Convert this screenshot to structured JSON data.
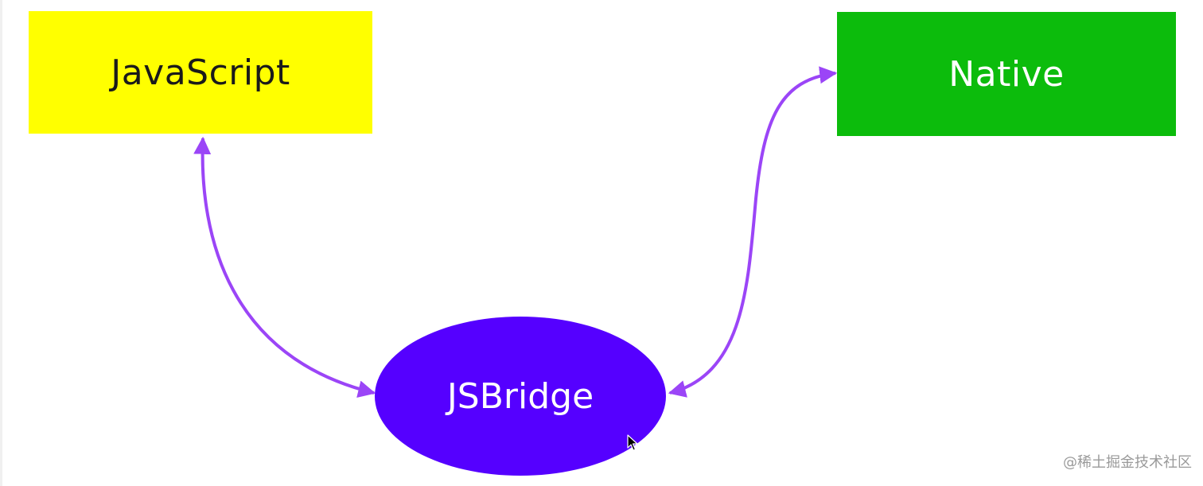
{
  "nodes": {
    "javascript": {
      "label": "JavaScript",
      "fill": "#ffff00",
      "text_color": "#1a1a1a"
    },
    "native": {
      "label": "Native",
      "fill": "#0cbc0c",
      "text_color": "#ffffff"
    },
    "jsbridge": {
      "label": "JSBridge",
      "fill": "#5500ff",
      "text_color": "#ffffff"
    }
  },
  "connectors": {
    "color": "#9b45f7",
    "edges": [
      {
        "from": "javascript",
        "to": "jsbridge",
        "bidirectional": true
      },
      {
        "from": "native",
        "to": "jsbridge",
        "bidirectional": true
      }
    ]
  },
  "cursor": {
    "icon": "mouse-pointer-icon"
  },
  "watermark": {
    "text": "@稀土掘金技术社区"
  }
}
